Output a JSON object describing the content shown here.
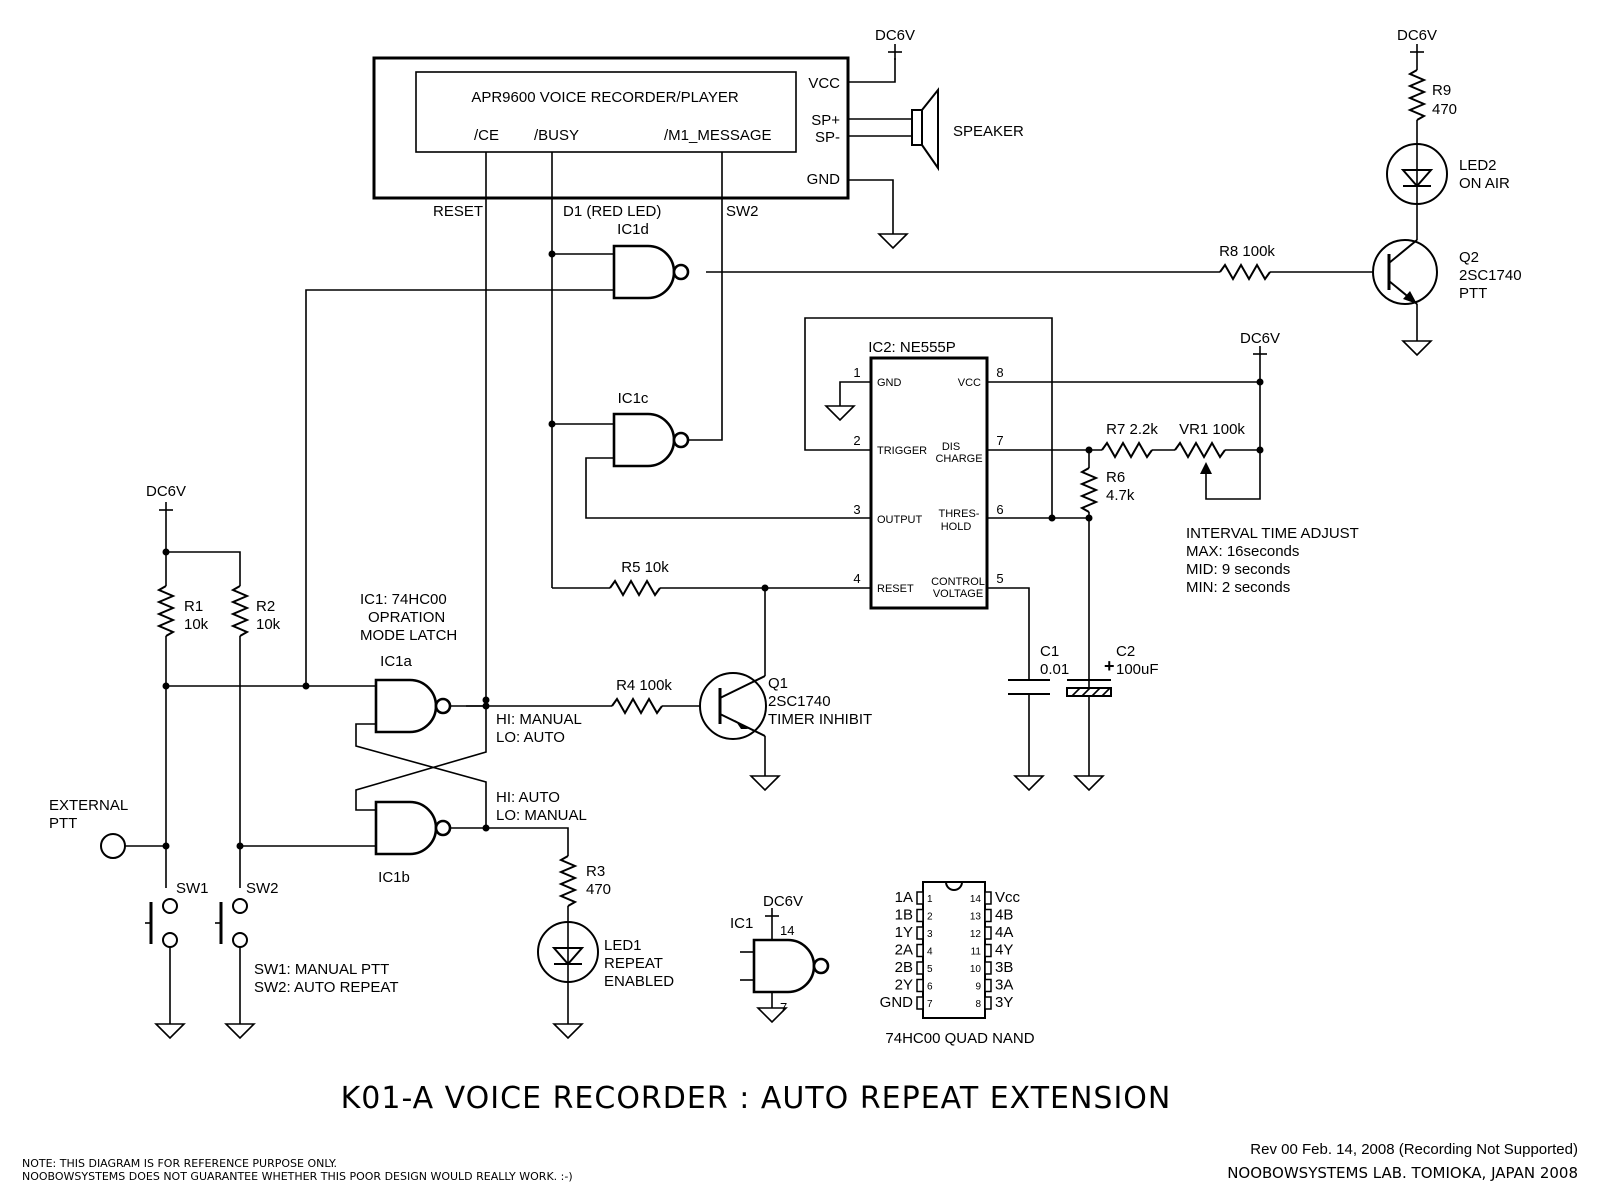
{
  "title": "K01-A VOICE RECORDER : AUTO REPEAT EXTENSION",
  "notes": {
    "line1": "NOTE: THIS DIAGRAM IS FOR REFERENCE PURPOSE ONLY.",
    "line2": "NOOBOWSYSTEMS DOES NOT GUARANTEE WHETHER THIS POOR DESIGN WOULD REALLY WORK. :-)"
  },
  "revision": "Rev 00 Feb. 14, 2008  (Recording Not Supported)",
  "lab": "NOOBOWSYSTEMS LAB. TOMIOKA, JAPAN 2008",
  "power_label": "DC6V",
  "apr9600": {
    "name": "APR9600 VOICE RECORDER/PLAYER",
    "pin_ce": "/CE",
    "pin_busy": "/BUSY",
    "pin_m1": "/M1_MESSAGE",
    "pin_vcc": "VCC",
    "pin_spp": "SP+",
    "pin_spm": "SP-",
    "pin_gnd": "GND",
    "ext_reset": "RESET",
    "ext_d1": "D1 (RED LED)",
    "ext_sw2": "SW2"
  },
  "speaker": "SPEAKER",
  "r9": {
    "name": "R9",
    "value": "470"
  },
  "led2": {
    "name": "LED2",
    "desc": "ON AIR"
  },
  "r8": "R8 100k",
  "q2": {
    "name": "Q2",
    "part": "2SC1740",
    "desc": "PTT"
  },
  "ic1d": "IC1d",
  "ic1c": "IC1c",
  "ic2": {
    "name": "IC2: NE555P",
    "pin1_no": "1",
    "pin2_no": "2",
    "pin3_no": "3",
    "pin4_no": "4",
    "pin5_no": "5",
    "pin6_no": "6",
    "pin7_no": "7",
    "pin8_no": "8",
    "gnd": "GND",
    "vcc": "VCC",
    "trigger": "TRIGGER",
    "dis_1": "DIS",
    "dis_2": "CHARGE",
    "output": "OUTPUT",
    "thres_1": "THRES-",
    "thres_2": "HOLD",
    "reset": "RESET",
    "ctrl_1": "CONTROL",
    "ctrl_2": "VOLTAGE"
  },
  "r7": "R7  2.2k",
  "vr1": "VR1 100k",
  "r6": {
    "name": "R6",
    "value": "4.7k"
  },
  "interval": {
    "title": "INTERVAL TIME ADJUST",
    "max": "MAX: 16seconds",
    "mid": "MID: 9 seconds",
    "min": "MIN: 2 seconds"
  },
  "r5": "R5  10k",
  "c1": {
    "name": "C1",
    "value": "0.01"
  },
  "c2": {
    "name": "C2",
    "value": "100uF",
    "plus": "+"
  },
  "r1": {
    "name": "R1",
    "value": "10k"
  },
  "r2": {
    "name": "R2",
    "value": "10k"
  },
  "ic1_label": {
    "l1": "IC1: 74HC00",
    "l2": "OPRATION",
    "l3": "MODE LATCH"
  },
  "ic1a": "IC1a",
  "ic1b": "IC1b",
  "r4": "R4 100k",
  "q1": {
    "name": "Q1",
    "part": "2SC1740",
    "desc": "TIMER INHIBIT"
  },
  "state_a": {
    "hi": "HI: MANUAL",
    "lo": "LO: AUTO"
  },
  "state_b": {
    "hi": "HI: AUTO",
    "lo": "LO: MANUAL"
  },
  "external_ptt": {
    "l1": "EXTERNAL",
    "l2": "PTT"
  },
  "sw1": "SW1",
  "sw2": "SW2",
  "sw_legend": {
    "sw1": "SW1: MANUAL PTT",
    "sw2": "SW2: AUTO REPEAT"
  },
  "r3": {
    "name": "R3",
    "value": "470"
  },
  "led1": {
    "name": "LED1",
    "l1": "REPEAT",
    "l2": "ENABLED"
  },
  "ic1_power": {
    "name": "IC1",
    "pin_vcc": "14",
    "pin_gnd": "7"
  },
  "pinout": {
    "caption": "74HC00 QUAD NAND",
    "left": [
      "1A",
      "1B",
      "1Y",
      "2A",
      "2B",
      "2Y",
      "GND"
    ],
    "right": [
      "4B",
      "4A",
      "4Y",
      "3B",
      "3A",
      "3Y"
    ],
    "vcc": "Vcc",
    "left_nums": [
      "1",
      "2",
      "3",
      "4",
      "5",
      "6",
      "7"
    ],
    "right_nums": [
      "14",
      "13",
      "12",
      "11",
      "10",
      "9",
      "8"
    ]
  }
}
